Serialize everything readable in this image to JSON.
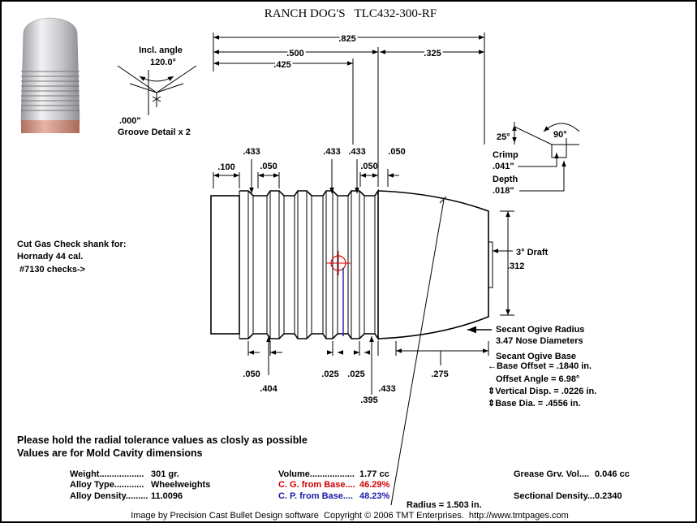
{
  "title": "RANCH DOG'S   TLC432-300-RF",
  "dimensions": {
    "overall": ".825",
    "to_ogive": ".500",
    "nose": ".325",
    "to_last_groove": ".425",
    "first_band": ".100",
    "groove_dia_1": ".433",
    "band_width": ".050",
    "groove_dia_2": ".433",
    "groove_dia_3": ".433",
    "top_050_a": ".050",
    "top_050_b": ".050",
    "meplat": ".312",
    "draft": "3° Draft",
    "bottom_050": ".050",
    "bottom_404": ".404",
    "bottom_025_a": ".025",
    "bottom_025_b": ".025",
    "bottom_395": ".395",
    "bottom_433": ".433",
    "bottom_275": ".275"
  },
  "groove_detail": {
    "incl_angle_label": "Incl. angle",
    "incl_angle_value": "120.0°",
    "depth": ".000\"",
    "caption": "Groove Detail x 2"
  },
  "crimp": {
    "angle_25": "25°",
    "angle_90": "90°",
    "crimp_label": "Crimp",
    "crimp_value": ".041\"",
    "depth_label": "Depth",
    "depth_value": ".018\""
  },
  "gas_check_note": [
    "Cut Gas Check shank for:",
    "Hornady 44 cal.",
    " #7130 checks->"
  ],
  "ogive": {
    "radius_label": "Secant Ogive Radius",
    "nose_diameters": "3.47  Nose Diameters",
    "base_label": "Secant Ogive Base",
    "base_offset": "←Base Offset = .1840 in.",
    "offset_angle": "Offset Angle = 6.98°",
    "vertical_disp": "⇕Vertical Disp. = .0226 in.",
    "base_dia": "⇕Base Dia. = .4556 in.",
    "radius": "Radius = 1.503 in."
  },
  "notes": [
    "Please hold the radial tolerance values as closly as possible",
    "Values are for Mold Cavity dimensions"
  ],
  "specs": {
    "weight_label": "Weight..................",
    "weight_value": "301 gr.",
    "alloy_type_label": "Alloy Type............",
    "alloy_type_value": "Wheelweights",
    "alloy_density_label": "Alloy Density.........",
    "alloy_density_value": "11.0096",
    "volume_label": "Volume..................",
    "volume_value": "1.77 cc",
    "cg_label": "C. G. from Base....",
    "cg_value": "46.29%",
    "cp_label": "C. P. from Base....",
    "cp_value": "48.23%",
    "grease_label": "Grease Grv. Vol....",
    "grease_value": "0.046 cc",
    "sd_label": "Sectional Density...",
    "sd_value": "0.2340"
  },
  "colors": {
    "cg": "#d00000",
    "cp": "#1a1aa8",
    "bullet_body": "#c9c9cc",
    "gas_check": "#c98f80"
  },
  "footer": "Image by Precision Cast Bullet Design software  Copyright © 2006 TMT Enterprises.  http://www.tmtpages.com"
}
